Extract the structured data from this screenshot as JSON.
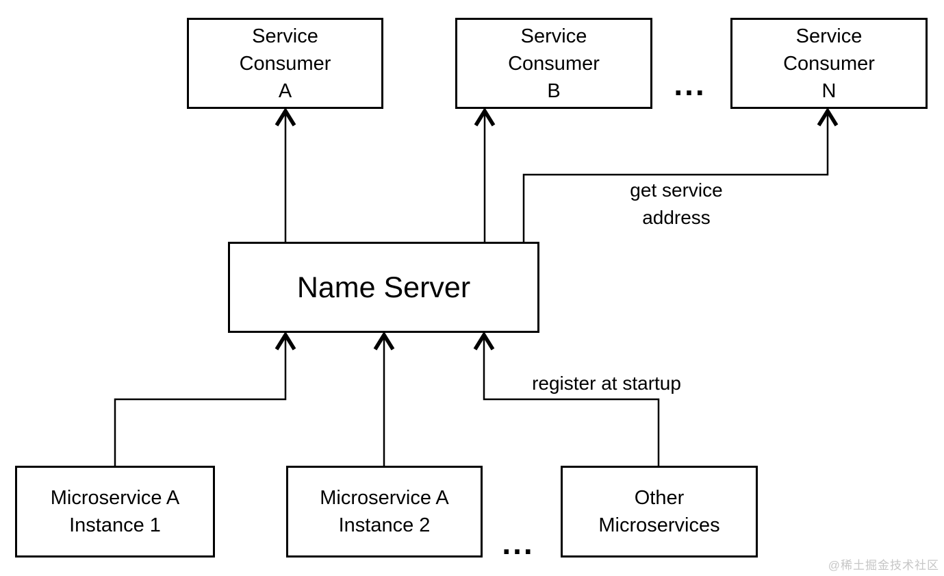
{
  "diagram": {
    "type": "architecture-diagram",
    "nodes": {
      "service_consumer_a": {
        "label": "Service\nConsumer\nA"
      },
      "service_consumer_b": {
        "label": "Service\nConsumer\nB"
      },
      "service_consumer_n": {
        "label": "Service\nConsumer\nN"
      },
      "name_server": {
        "label": "Name Server"
      },
      "microservice_a_instance_1": {
        "label": "Microservice A\nInstance 1"
      },
      "microservice_a_instance_2": {
        "label": "Microservice A\nInstance 2"
      },
      "other_microservices": {
        "label": "Other\nMicroservices"
      }
    },
    "edge_labels": {
      "get_service_address": "get service\naddress",
      "register_at_startup": "register at startup"
    },
    "ellipsis_top": "...",
    "ellipsis_bottom": "...",
    "watermark": "@稀土掘金技术社区",
    "colors": {
      "background": "#ffffff",
      "line": "#000000",
      "text": "#000000",
      "watermark": "#c6c6c6"
    }
  }
}
